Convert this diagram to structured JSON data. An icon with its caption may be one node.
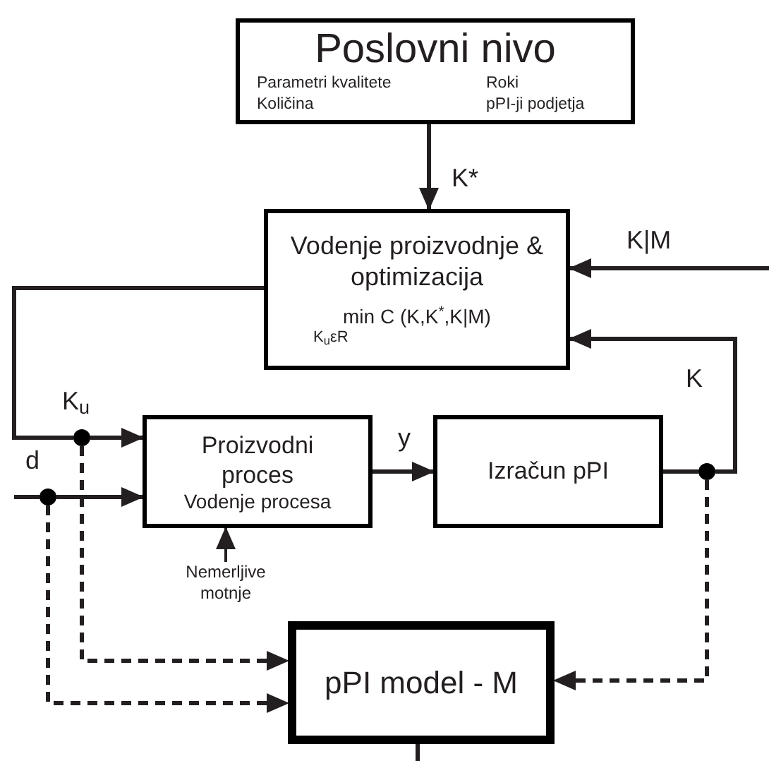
{
  "diagram": {
    "nodes": [
      {
        "text": [
          "Poslovni nivo",
          "Parametri kvalitete",
          "Roki",
          "Količina",
          "pPI-ji podjetja"
        ]
      },
      {
        "text": [
          "Vodenje proizvodnje & optimizacija",
          "min C (K,K$^{*}$,K|M)",
          "K$_{u}$εR"
        ]
      },
      {
        "text": [
          "Proizvodni proces",
          "Vodenje procesa"
        ]
      },
      {
        "text": [
          "Izračun pPI"
        ]
      },
      {
        "text": [
          "pPI model - M"
        ]
      },
      {
        "text": [],
        "shape": "circle",
        "beside": [
          "K$_{u}$"
        ]
      },
      {
        "text": [],
        "shape": "circle",
        "beside": [
          "d"
        ]
      },
      {
        "text": [],
        "shape": "circle"
      },
      {
        "text": [
          "Nemerljive motnje"
        ]
      }
    ],
    "edges": [
      {
        "from": 0,
        "to": 1,
        "arrow": "to",
        "label": "K*"
      },
      {
        "from": null,
        "to": 1,
        "arrow": "to",
        "label": "K|M"
      },
      {
        "from": 1,
        "to": 5,
        "arrow": "none"
      },
      {
        "from": null,
        "to": 6,
        "arrow": "none"
      },
      {
        "from": 6,
        "to": 2,
        "arrow": "to"
      },
      {
        "from": 2,
        "to": 3,
        "arrow": "to",
        "label": "y"
      },
      {
        "from": 3,
        "to": 7,
        "arrow": "none"
      },
      {
        "from": 7,
        "to": 1,
        "arrow": "to"
      },
      {
        "from": 8,
        "to": 2,
        "arrow": "to"
      },
      {
        "from": 5,
        "to": 4,
        "arrow": "to",
        "style": "dashed"
      },
      {
        "from": 6,
        "to": 4,
        "arrow": "to",
        "style": "dashed"
      },
      {
        "from": 7,
        "to": 4,
        "arrow": "to",
        "style": "dashed"
      },
      {
        "from": 4,
        "to": null,
        "arrow": "none"
      },
      {
        "from": 5,
        "to": 2,
        "arrow": "to"
      }
    ],
    "labels": [
      "K"
    ]
  }
}
